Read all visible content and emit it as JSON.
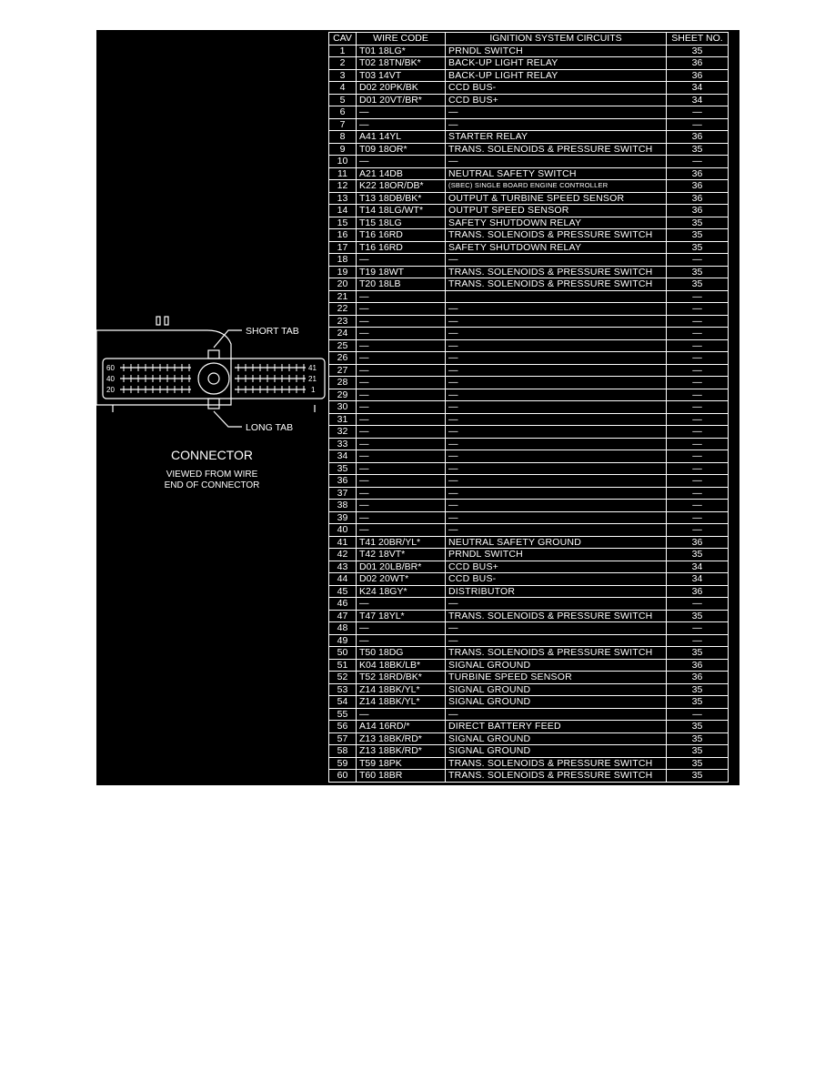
{
  "connector": {
    "title": "CONNECTOR",
    "caption_line1": "VIEWED FROM WIRE",
    "caption_line2": "END OF CONNECTOR",
    "short_tab_label": "SHORT TAB",
    "long_tab_label": "LONG TAB",
    "pin_labels": [
      "60",
      "41",
      "40",
      "21",
      "20",
      "1"
    ]
  },
  "table": {
    "headers": [
      "CAV",
      "WIRE CODE",
      "IGNITION SYSTEM CIRCUITS",
      "SHEET NO."
    ],
    "rows": [
      [
        "1",
        "T01 18LG*",
        "PRNDL SWITCH",
        "35"
      ],
      [
        "2",
        "T02 18TN/BK*",
        "BACK-UP LIGHT RELAY",
        "36"
      ],
      [
        "3",
        "T03 14VT",
        "BACK-UP LIGHT RELAY",
        "36"
      ],
      [
        "4",
        "D02 20PK/BK",
        "CCD BUS-",
        "34"
      ],
      [
        "5",
        "D01 20VT/BR*",
        "CCD BUS+",
        "34"
      ],
      [
        "6",
        "—",
        "—",
        "—"
      ],
      [
        "7",
        "—",
        "—",
        "—"
      ],
      [
        "8",
        "A41 14YL",
        "STARTER RELAY",
        "36"
      ],
      [
        "9",
        "T09 18OR*",
        "TRANS. SOLENOIDS & PRESSURE SWITCH",
        "35"
      ],
      [
        "10",
        "—",
        "—",
        "—"
      ],
      [
        "11",
        "A21 14DB",
        "NEUTRAL SAFETY SWITCH",
        "36"
      ],
      [
        "12",
        "K22 18OR/DB*",
        "(SBEC) SINGLE BOARD ENGINE CONTROLLER",
        "36"
      ],
      [
        "13",
        "T13 18DB/BK*",
        "OUTPUT & TURBINE SPEED SENSOR",
        "36"
      ],
      [
        "14",
        "T14 18LG/WT*",
        "OUTPUT SPEED SENSOR",
        "36"
      ],
      [
        "15",
        "T15 18LG",
        "SAFETY SHUTDOWN RELAY",
        "35"
      ],
      [
        "16",
        "T16 16RD",
        "TRANS. SOLENOIDS & PRESSURE SWITCH",
        "35"
      ],
      [
        "17",
        "T16 16RD",
        "SAFETY SHUTDOWN RELAY",
        "35"
      ],
      [
        "18",
        "—",
        "—",
        "—"
      ],
      [
        "19",
        "T19 18WT",
        "TRANS. SOLENOIDS & PRESSURE SWITCH",
        "35"
      ],
      [
        "20",
        "T20 18LB",
        "TRANS. SOLENOIDS & PRESSURE SWITCH",
        "35"
      ],
      [
        "21",
        "—",
        "",
        "—"
      ],
      [
        "22",
        "—",
        "—",
        "—"
      ],
      [
        "23",
        "—",
        "—",
        "—"
      ],
      [
        "24",
        "—",
        "—",
        "—"
      ],
      [
        "25",
        "—",
        "—",
        "—"
      ],
      [
        "26",
        "—",
        "—",
        "—"
      ],
      [
        "27",
        "—",
        "—",
        "—"
      ],
      [
        "28",
        "—",
        "—",
        "—"
      ],
      [
        "29",
        "—",
        "—",
        "—"
      ],
      [
        "30",
        "—",
        "—",
        "—"
      ],
      [
        "31",
        "—",
        "—",
        "—"
      ],
      [
        "32",
        "—",
        "—",
        "—"
      ],
      [
        "33",
        "—",
        "—",
        "—"
      ],
      [
        "34",
        "—",
        "—",
        "—"
      ],
      [
        "35",
        "—",
        "—",
        "—"
      ],
      [
        "36",
        "—",
        "—",
        "—"
      ],
      [
        "37",
        "—",
        "—",
        "—"
      ],
      [
        "38",
        "—",
        "—",
        "—"
      ],
      [
        "39",
        "—",
        "—",
        "—"
      ],
      [
        "40",
        "—",
        "—",
        "—"
      ],
      [
        "41",
        "T41 20BR/YL*",
        "NEUTRAL SAFETY GROUND",
        "36"
      ],
      [
        "42",
        "T42 18VT*",
        "PRNDL SWITCH",
        "35"
      ],
      [
        "43",
        "D01 20LB/BR*",
        "CCD BUS+",
        "34"
      ],
      [
        "44",
        "D02 20WT*",
        "CCD BUS-",
        "34"
      ],
      [
        "45",
        "K24 18GY*",
        "DISTRIBUTOR",
        "36"
      ],
      [
        "46",
        "—",
        "—",
        "—"
      ],
      [
        "47",
        "T47 18YL*",
        "TRANS. SOLENOIDS & PRESSURE SWITCH",
        "35"
      ],
      [
        "48",
        "—",
        "—",
        "—"
      ],
      [
        "49",
        "—",
        "—",
        "—"
      ],
      [
        "50",
        "T50 18DG",
        "TRANS. SOLENOIDS & PRESSURE SWITCH",
        "35"
      ],
      [
        "51",
        "K04 18BK/LB*",
        "SIGNAL GROUND",
        "36"
      ],
      [
        "52",
        "T52 18RD/BK*",
        "TURBINE SPEED SENSOR",
        "36"
      ],
      [
        "53",
        "Z14 18BK/YL*",
        "SIGNAL GROUND",
        "35"
      ],
      [
        "54",
        "Z14 18BK/YL*",
        "SIGNAL GROUND",
        "35"
      ],
      [
        "55",
        "—",
        "—",
        "—"
      ],
      [
        "56",
        "A14 16RD/*",
        "DIRECT BATTERY FEED",
        "35"
      ],
      [
        "57",
        "Z13 18BK/RD*",
        "SIGNAL GROUND",
        "35"
      ],
      [
        "58",
        "Z13 18BK/RD*",
        "SIGNAL GROUND",
        "35"
      ],
      [
        "59",
        "T59 18PK",
        "TRANS. SOLENOIDS & PRESSURE SWITCH",
        "35"
      ],
      [
        "60",
        "T60 18BR",
        "TRANS. SOLENOIDS & PRESSURE SWITCH",
        "35"
      ]
    ]
  }
}
